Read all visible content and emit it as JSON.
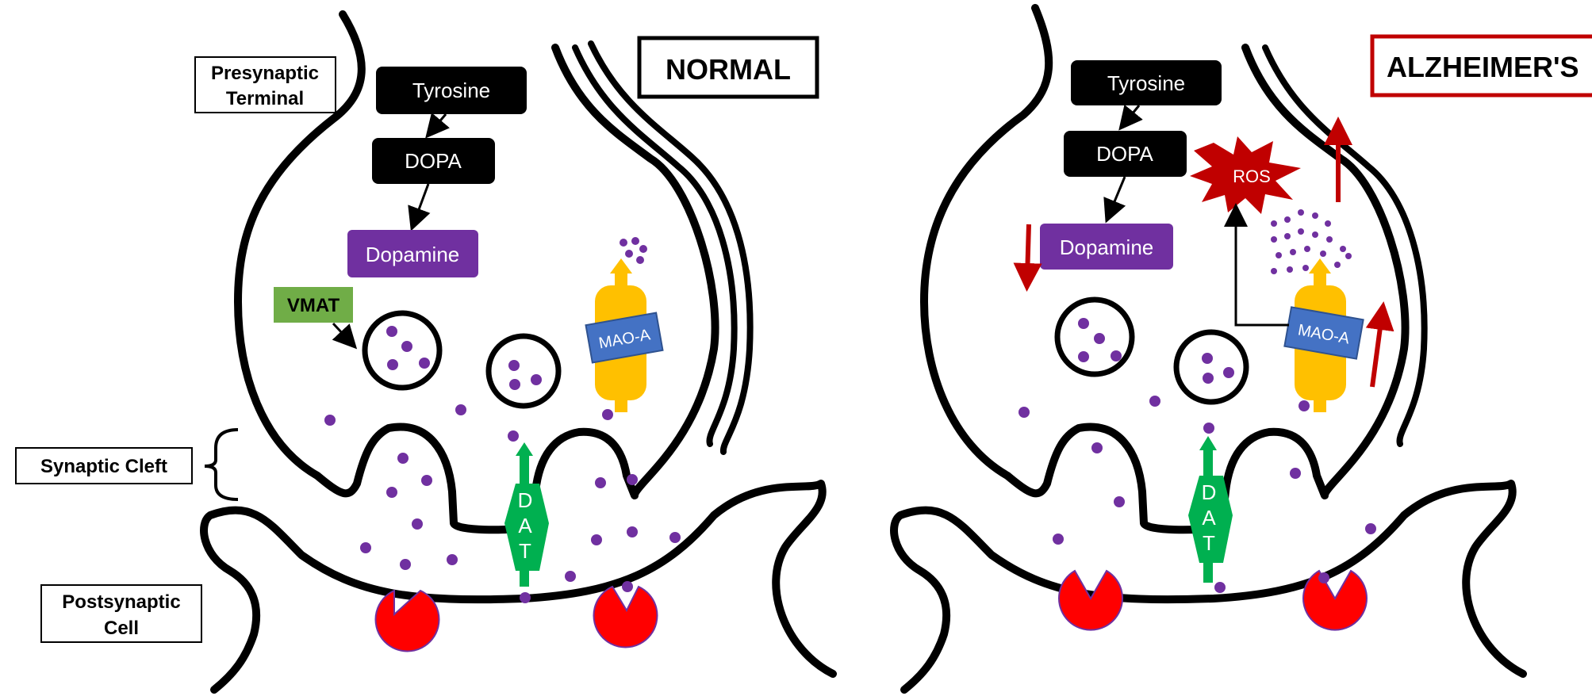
{
  "labels": {
    "presynaptic_terminal_line1": "Presynaptic",
    "presynaptic_terminal_line2": "Terminal",
    "synaptic_cleft": "Synaptic Cleft",
    "postsynaptic_cell_line1": "Postsynaptic",
    "postsynaptic_cell_line2": "Cell"
  },
  "panels": {
    "normal": {
      "title": "NORMAL",
      "tyrosine": "Tyrosine",
      "dopa": "DOPA",
      "dopamine": "Dopamine",
      "vmat": "VMAT",
      "mao": "MAO-A",
      "dat_letters": [
        "D",
        "A",
        "T"
      ]
    },
    "alzheimers": {
      "title": "ALZHEIMER'S",
      "tyrosine": "Tyrosine",
      "dopa": "DOPA",
      "dopamine": "Dopamine",
      "ros": "ROS",
      "mao": "MAO-A",
      "dat_letters": [
        "D",
        "A",
        "T"
      ]
    }
  },
  "colors": {
    "black_box": "#000000",
    "dopamine": "#7030a0",
    "dot": "#7030a0",
    "vmat": "#70ad47",
    "mao": "#4472c4",
    "mao_body": "#ffc000",
    "dat": "#00b050",
    "receptor": "#ff0000",
    "ros": "#c00000",
    "up_down_arrow": "#c00000",
    "alz_title_border": "#c00000"
  }
}
